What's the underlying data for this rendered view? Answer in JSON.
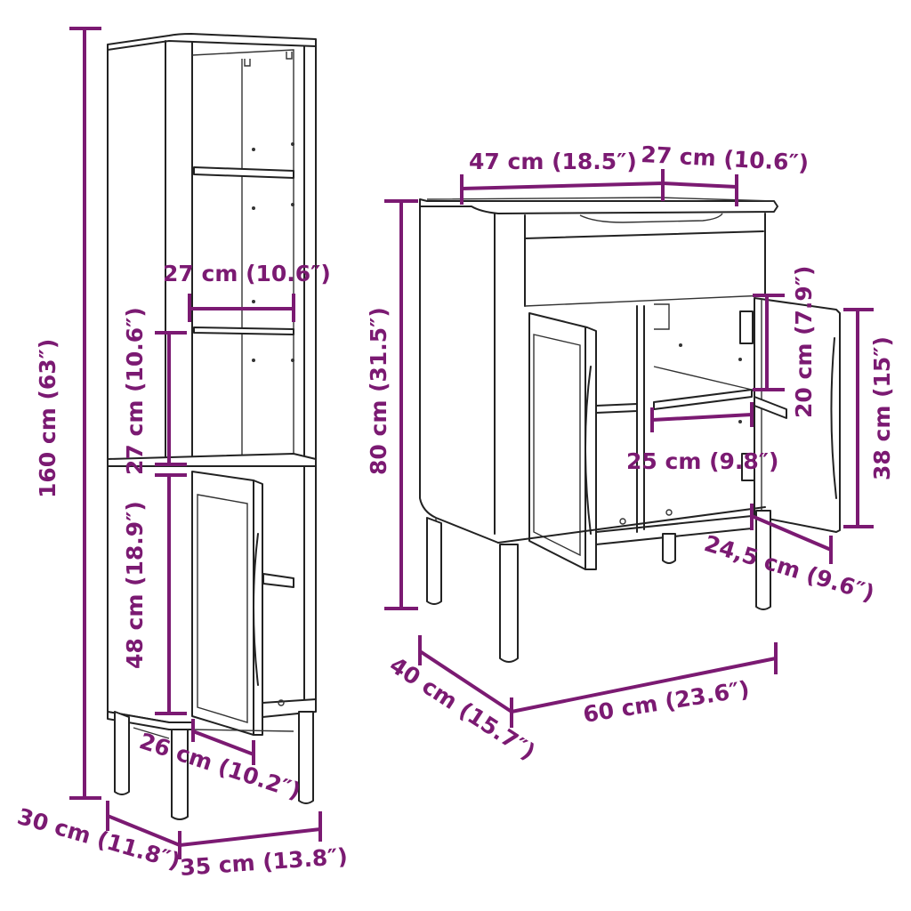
{
  "colors": {
    "dimension": "#7b1a72",
    "outline": "#222222",
    "background": "#ffffff"
  },
  "tall_cabinet": {
    "height_total": "160 cm (63″)",
    "shelf_width": "27 cm (10.6″)",
    "shelf_height": "27 cm (10.6″)",
    "lower_height": "48 cm (18.9″)",
    "inner_depth": "26 cm (10.2″)",
    "depth": "30 cm (11.8″)",
    "width": "35 cm (13.8″)"
  },
  "vanity_cabinet": {
    "top_width": "47 cm (18.5″)",
    "top_depth": "27 cm (10.6″)",
    "height": "80 cm (31.5″)",
    "shelf_clearance": "20 cm (7.9″)",
    "door_height": "38 cm (15″)",
    "shelf_depth": "25 cm (9.8″)",
    "door_width": "24,5 cm (9.6″)",
    "depth": "40 cm (15.7″)",
    "width": "60 cm (23.6″)"
  }
}
